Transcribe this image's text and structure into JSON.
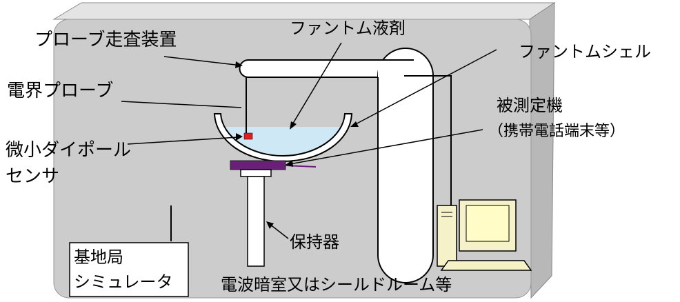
{
  "labels": {
    "probe_scanner": "プローブ走査装置",
    "phantom_liquid": "ファントム液剤",
    "phantom_shell": "ファントムシェル",
    "efield_probe": "電界プローブ",
    "dut": "被測定機",
    "dut_sub": "（携帯電話端末等）",
    "dipole_line1": "微小ダイポール",
    "dipole_line2": "センサ",
    "holder": "保持器",
    "chamber": "電波暗室又はシールドルーム等",
    "base_station_line1": "基地局",
    "base_station_line2": "シミュレータ"
  },
  "colors": {
    "room_front": "#cccccc",
    "room_top": "#e4e4e4",
    "room_side": "#b8b8b8",
    "liquid": "#cfe8f5",
    "sensor": "#e0201a",
    "dut_device": "#6a1f78",
    "scanner_fill": "#ffffff",
    "monitor_screen": "#fffcc8",
    "computer_body": "#f5f1c8"
  }
}
